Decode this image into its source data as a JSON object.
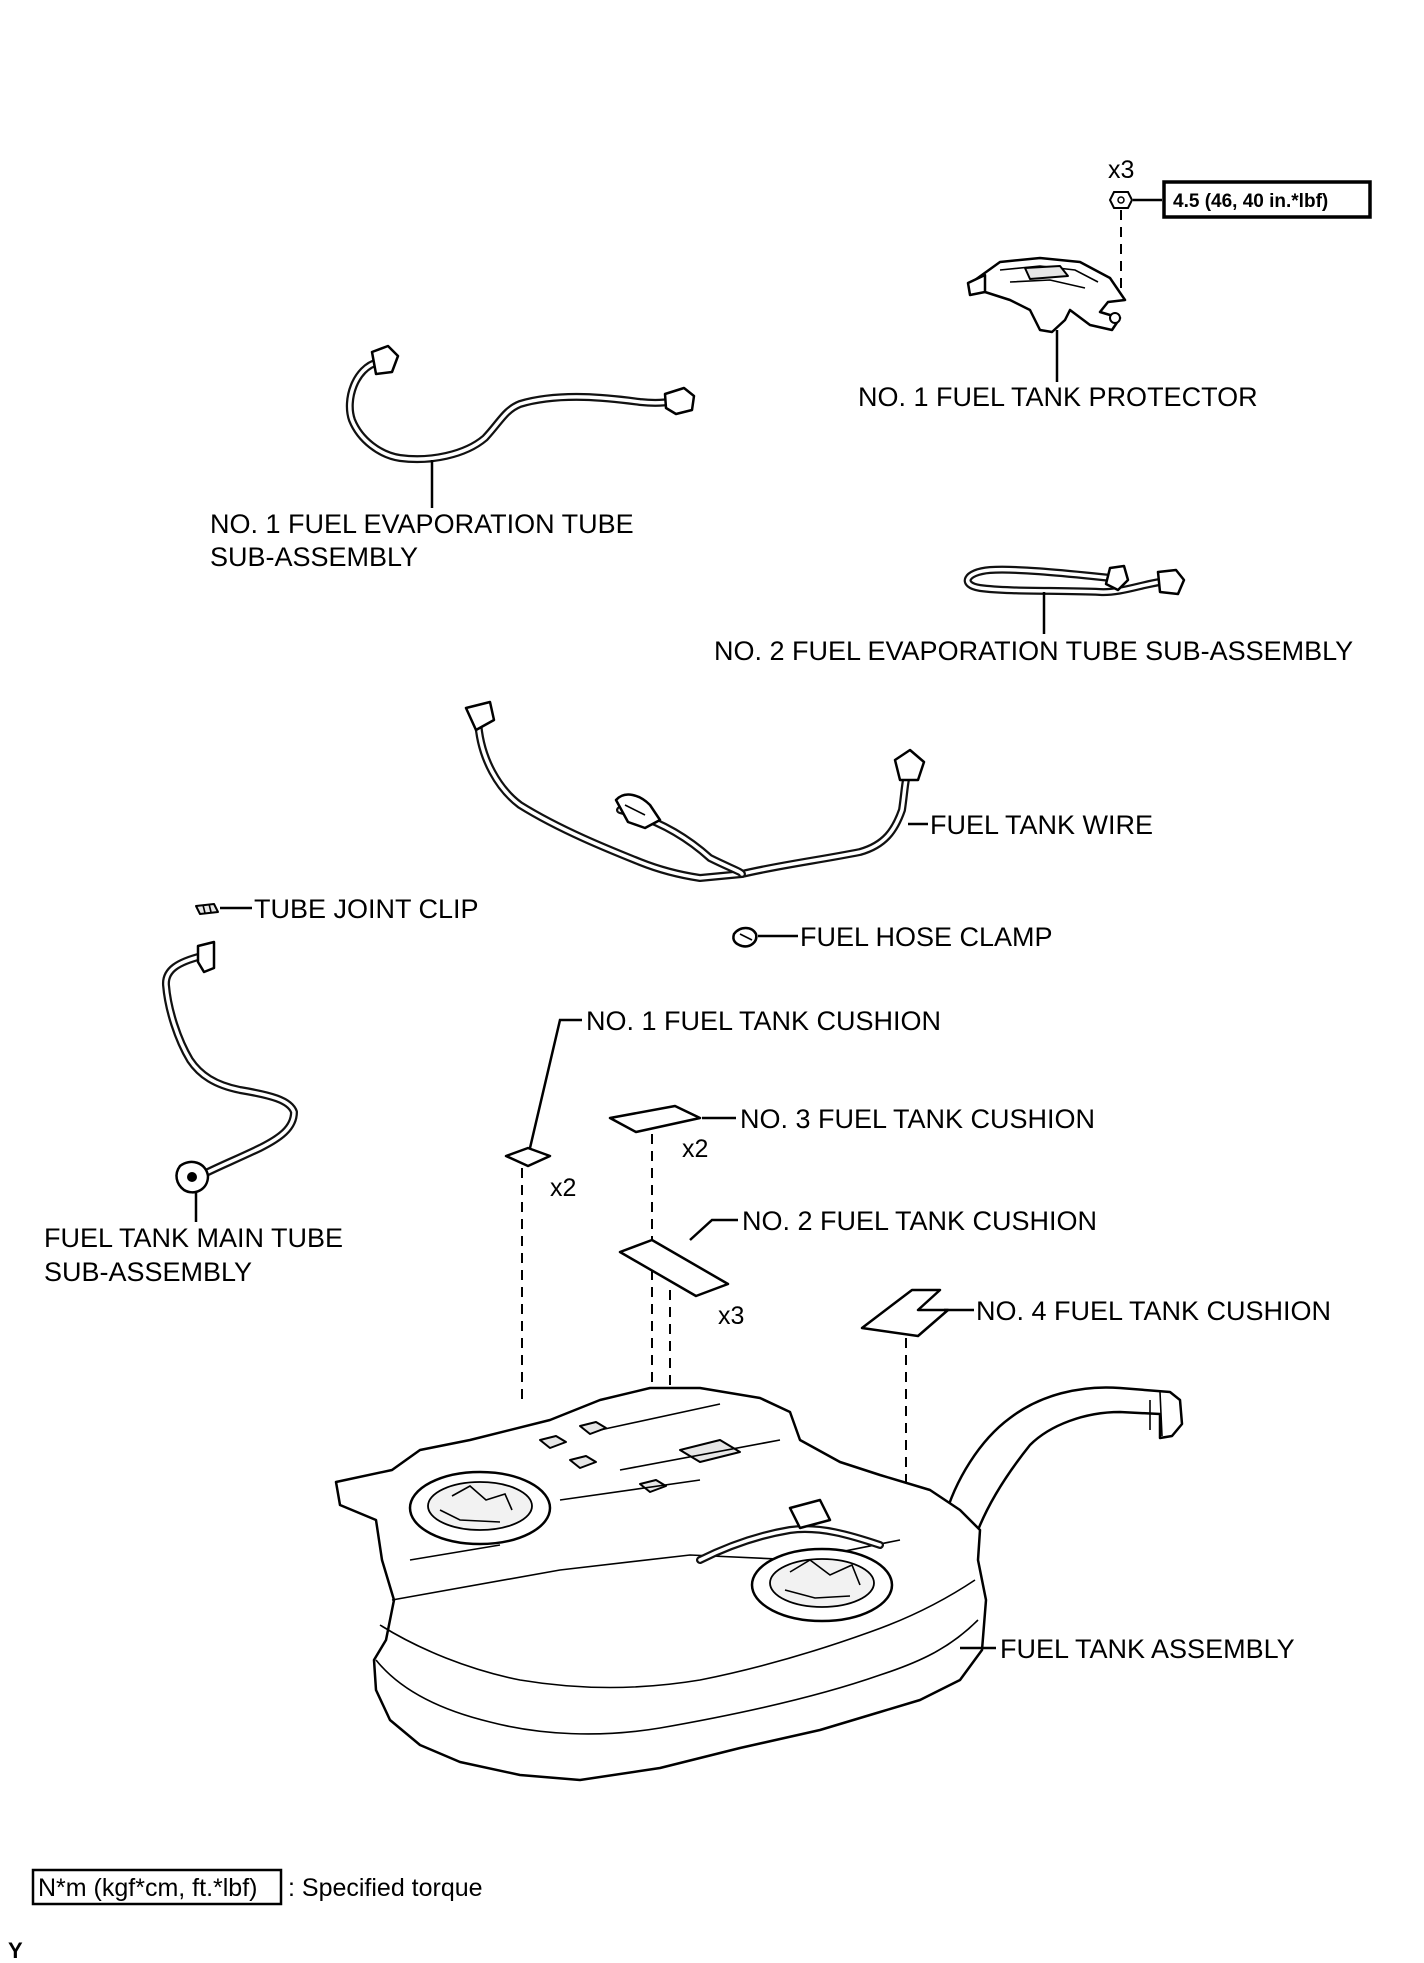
{
  "labels": {
    "protector": "NO. 1 FUEL TANK PROTECTOR",
    "evap1_line1": "NO. 1 FUEL EVAPORATION TUBE",
    "evap1_line2": "SUB-ASSEMBLY",
    "evap2": "NO. 2 FUEL EVAPORATION TUBE SUB-ASSEMBLY",
    "wire": "FUEL TANK WIRE",
    "clip": "TUBE JOINT CLIP",
    "clamp": "FUEL HOSE CLAMP",
    "cushion1": "NO. 1 FUEL TANK CUSHION",
    "cushion3": "NO. 3 FUEL TANK CUSHION",
    "cushion2": "NO. 2 FUEL TANK CUSHION",
    "cushion4": "NO. 4 FUEL TANK CUSHION",
    "main_tube_line1": "FUEL TANK MAIN TUBE",
    "main_tube_line2": "SUB-ASSEMBLY",
    "tank": "FUEL TANK ASSEMBLY"
  },
  "quantities": {
    "nuts": "x3",
    "cushion1": "x2",
    "cushion3": "x2",
    "cushion2": "x3"
  },
  "torque": {
    "value": "4.5 (46, 40 in.*lbf)"
  },
  "legend": {
    "box": "N*m (kgf*cm, ft.*lbf)",
    "text": ": Specified torque"
  },
  "corner_code": "Y"
}
